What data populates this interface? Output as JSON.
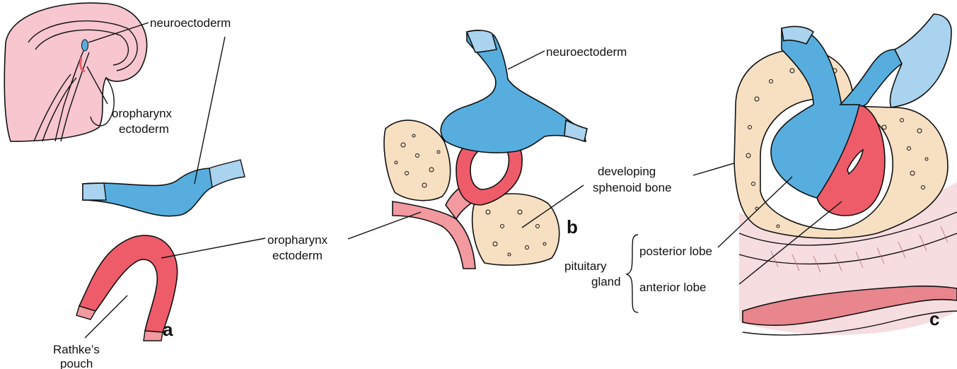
{
  "labels": {
    "a_neuroectoderm": "neuroectoderm",
    "a_oropharynx_1": "oropharynx",
    "a_oropharynx_2": "ectoderm",
    "rathke_1": "Rathke’s",
    "rathke_2": "pouch",
    "b_neuroectoderm": "neuroectoderm",
    "b_oropharynx_1": "oropharynx",
    "b_oropharynx_2": "ectoderm",
    "sphenoid_1": "developing",
    "sphenoid_2": "sphenoid bone",
    "pituitary_1": "pituitary",
    "pituitary_2": "gland",
    "posterior_lobe": "posterior lobe",
    "anterior_lobe": "anterior lobe"
  },
  "panel_letters": {
    "a": "a",
    "b": "b",
    "c": "c"
  },
  "colors": {
    "neuroectoderm": "#57aede",
    "neuroectoderm_light": "#a9d3ee",
    "oropharynx": "#ee5c6a",
    "oropharynx_light": "#f29aa0",
    "bone": "#f7dfc2",
    "embryo": "#f7c6cf",
    "tissue": "#f6dde0"
  }
}
